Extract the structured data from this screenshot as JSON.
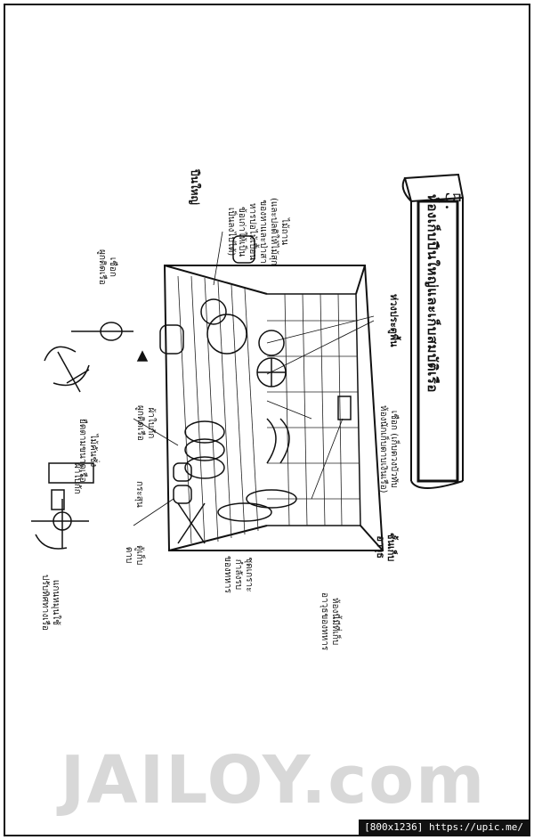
{
  "page_number": "5.",
  "banner_title": "ห้องเก็บปืนใหญ่และเก็บสมบัติเรือ",
  "labels": {
    "cannon": "ปืนใหญ่",
    "gunpowder": "ไม้ถาน\n(และปลดิให้ไม้สุก\nของหาและป่าสา\nหารปอไม้เปื้อน\nข้อเก่าให้เป็น\nเป็นลงไปได้)",
    "hatch": "ห่วงประตูพื้น",
    "rope_left": "เชือก\nผูกติดเรือ",
    "rope_mid": "ผ้าใบกัก\nผูกติดเรือ",
    "rope_note": "เชือก (เก็บดวงบัวทับ\nห้องนักเก็บดาบเงินเรือ)",
    "shelf": "ชั้นเก็บ\nอาวุธ",
    "net": "กระสุน",
    "cabinet": "ตู้เก็บ\nดาบ",
    "armory": "ชุดเกราะ\nกำลังรบ\nของทหาร",
    "bullet": "ห้องนี้มีที่เก็บ\nอาวุธของทหาร",
    "canvas": "ผ้าใบกัก",
    "pulley": "ไม้คันชั่ง\nยืดตามขนาดเรือ",
    "mast": "แกนหมุนใช้\nปรับทิศทางเรือ"
  },
  "watermark": "JAILOY.com",
  "footer": "[800x1236] https://upic.me/"
}
